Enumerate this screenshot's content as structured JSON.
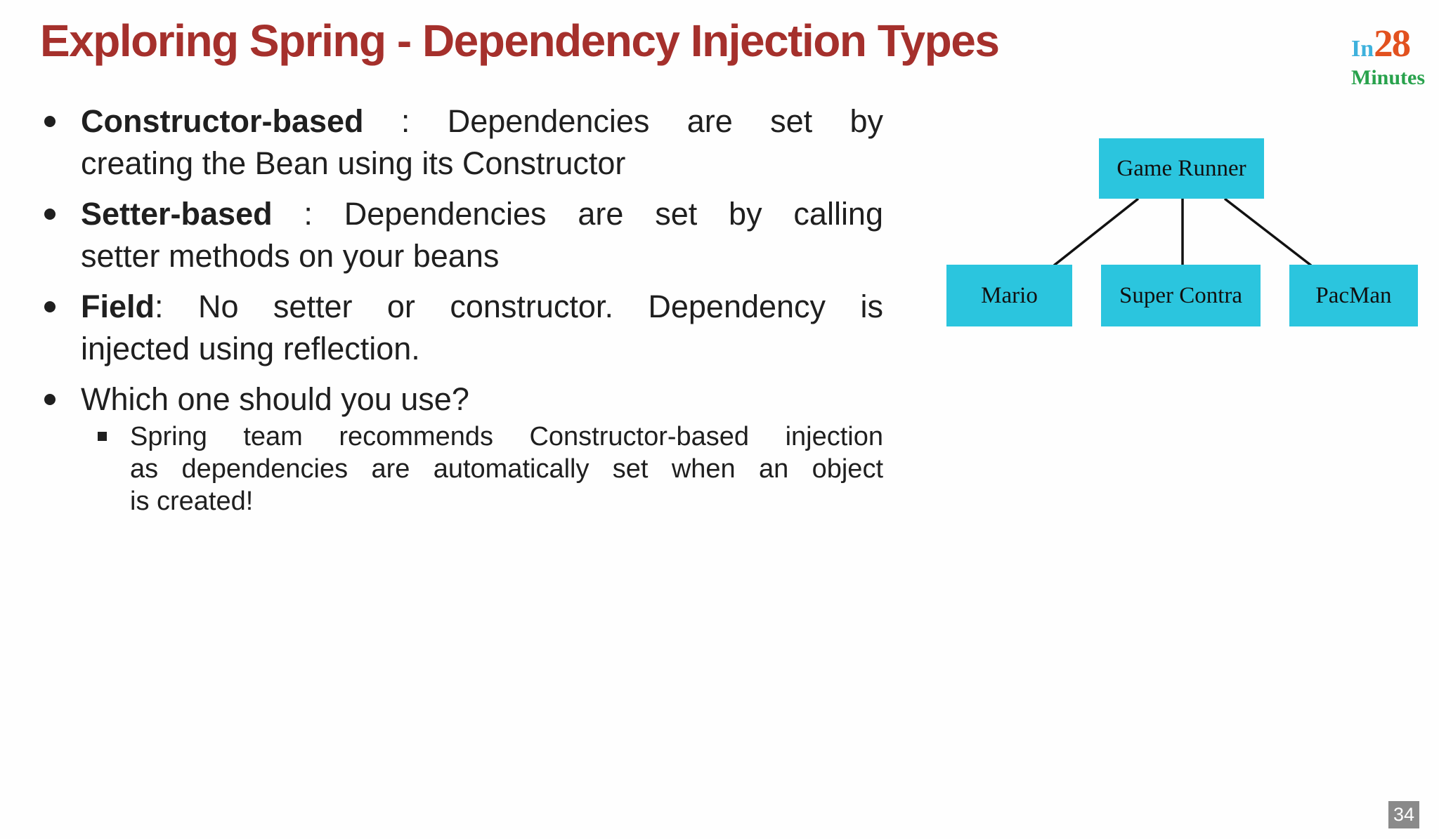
{
  "slide": {
    "title": "Exploring Spring - Dependency Injection Types",
    "page_number": "34"
  },
  "logo": {
    "part_in": "In",
    "part_28": "28",
    "part_minutes": "Minutes"
  },
  "bullets": [
    {
      "bold": "Constructor-based",
      "line1_rest": " : Dependencies are set by",
      "line2": "creating the Bean using its Constructor"
    },
    {
      "bold": "Setter-based",
      "line1_rest": " : Dependencies are set by calling",
      "line2": "setter methods on your beans"
    },
    {
      "bold": "Field",
      "line1_rest": ": No setter or constructor. Dependency is",
      "line2": "injected using reflection."
    },
    {
      "bold": "",
      "line1_rest": "Which one should you use?",
      "line2": ""
    }
  ],
  "sub_bullet": {
    "line1": "Spring team recommends Constructor-based injection",
    "line2": "as dependencies are automatically set when an object",
    "line3": "is created!"
  },
  "diagram": {
    "root_label": "Game Runner",
    "child_labels": [
      "Mario",
      "Super Contra",
      "PacMan"
    ]
  },
  "colors": {
    "title_red": "#a5302c",
    "body_text": "#1f1f1f",
    "diagram_box_fill": "#2bc5de",
    "connector_line": "#111111",
    "logo_in_blue": "#3eb1dc",
    "logo_28_orange": "#e2511f",
    "logo_minutes_green": "#28a24c",
    "page_badge_gray": "#8a8a8a",
    "background": "#fefefe"
  }
}
